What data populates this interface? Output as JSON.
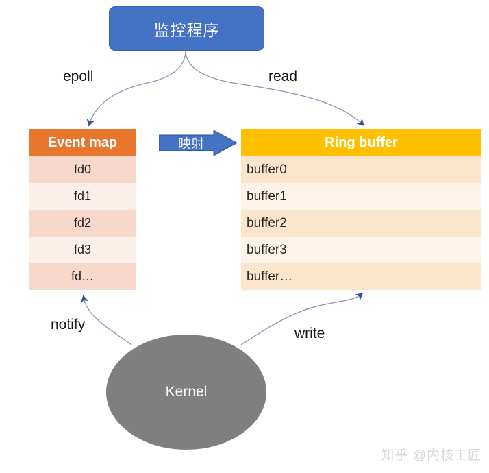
{
  "diagram": {
    "title_box": {
      "label": "监控程序"
    },
    "event_map": {
      "header": "Event map",
      "rows": [
        "fd0",
        "fd1",
        "fd2",
        "fd3",
        "fd…"
      ]
    },
    "ring_buffer": {
      "header": "Ring buffer",
      "rows": [
        "buffer0",
        "buffer1",
        "buffer2",
        "buffer3",
        "buffer…"
      ]
    },
    "mapping_arrow": {
      "label": "映射"
    },
    "kernel": {
      "label": "Kernel"
    },
    "edges": {
      "epoll": "epoll",
      "read": "read",
      "notify": "notify",
      "write": "write"
    },
    "watermark": "知乎 @内核工匠",
    "colors": {
      "monitor_box": "#4472C4",
      "event_map_header": "#E8762C",
      "event_map_row_odd": "#F7D8CA",
      "event_map_row_even": "#FBEFEA",
      "ring_buffer_header": "#FFC000",
      "ring_buffer_row_odd": "#FCE5CD",
      "ring_buffer_row_even": "#FDF3E7",
      "kernel": "#7F7F7F",
      "connector": "#8497B0",
      "arrow_head": "#2E5496",
      "mapping_arrow": "#4472C4",
      "watermark": "#D8D8D8"
    }
  }
}
